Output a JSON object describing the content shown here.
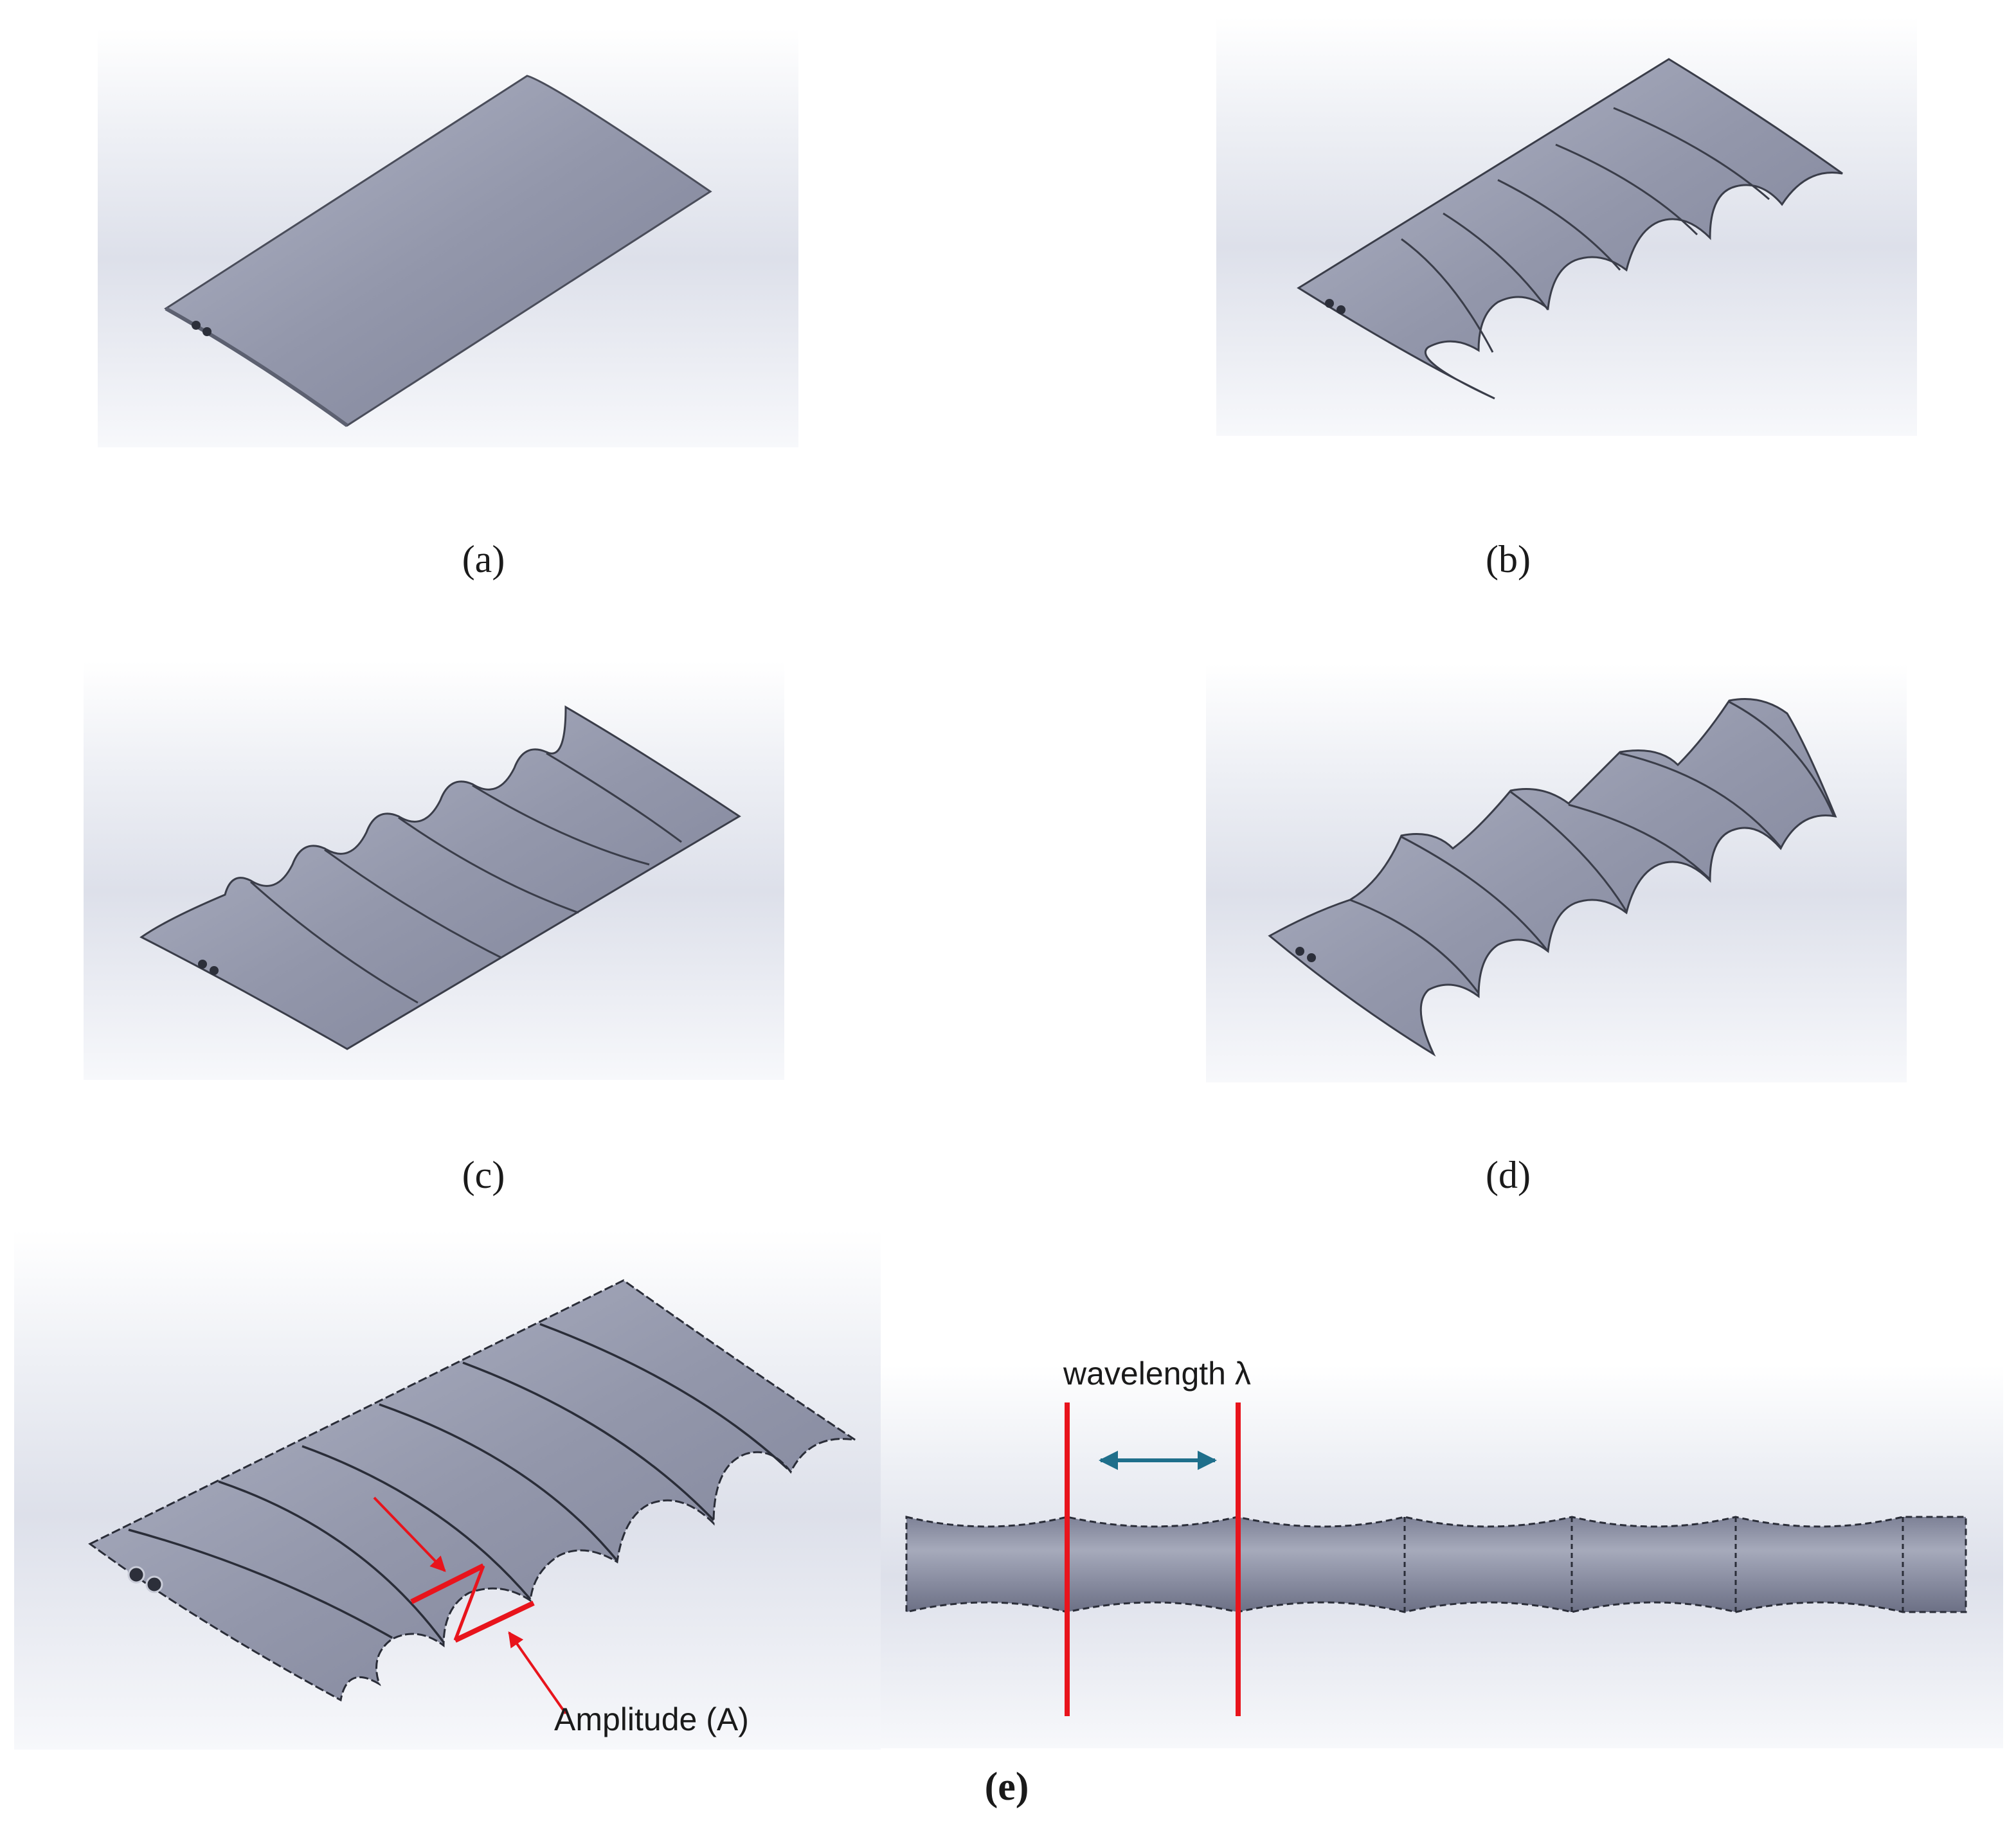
{
  "panels": [
    {
      "label": "(a)"
    },
    {
      "label": "(b)"
    },
    {
      "label": "(c)"
    },
    {
      "label": "(d)"
    },
    {
      "label": "(e)"
    }
  ],
  "annotations": {
    "amplitude": "Amplitude (A)",
    "wavelength": "wavelength λ"
  },
  "colors": {
    "background_panel": "#e6e8ef",
    "wing_surface": "#8f93a8",
    "wing_edge": "#3a3d49",
    "highlight_red": "#e8141c",
    "arrow_teal": "#1f6f8b"
  }
}
